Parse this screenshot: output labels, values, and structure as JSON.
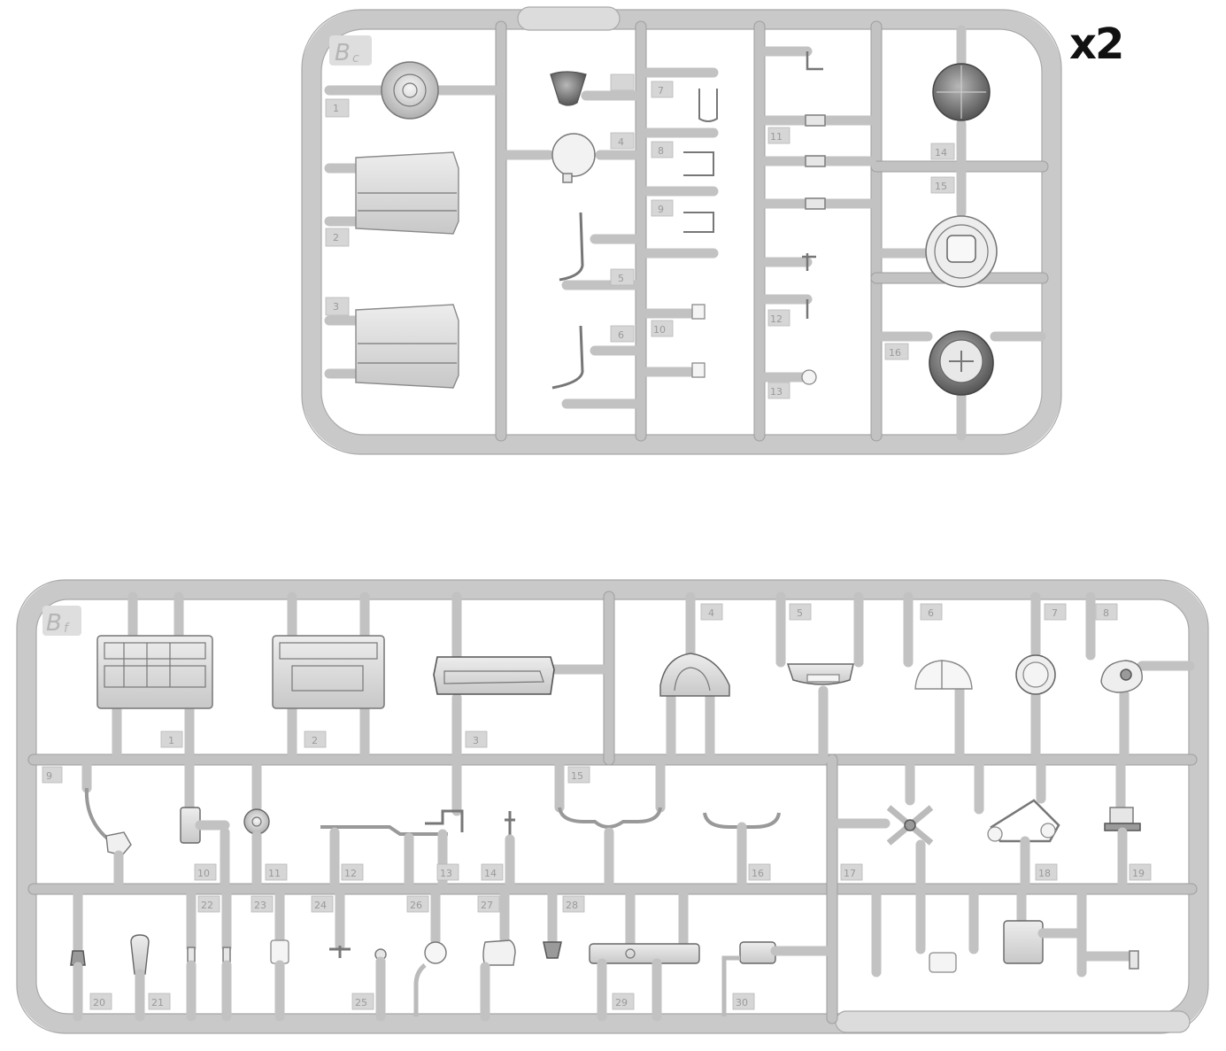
{
  "multiplier": "x2",
  "sprues": [
    {
      "id": "Bc",
      "badge": "B",
      "badge_sub": "c",
      "parts": [
        "1",
        "2",
        "3",
        "4",
        "5",
        "6",
        "7",
        "8",
        "9",
        "10",
        "11",
        "12",
        "13",
        "14",
        "15",
        "16"
      ]
    },
    {
      "id": "Bf",
      "badge": "B",
      "badge_sub": "f",
      "parts": [
        "1",
        "2",
        "3",
        "4",
        "5",
        "6",
        "7",
        "8",
        "9",
        "10",
        "11",
        "12",
        "13",
        "14",
        "15",
        "16",
        "17",
        "18",
        "19",
        "20",
        "21",
        "22",
        "23",
        "24",
        "25",
        "26",
        "27",
        "28",
        "29",
        "30"
      ]
    }
  ]
}
